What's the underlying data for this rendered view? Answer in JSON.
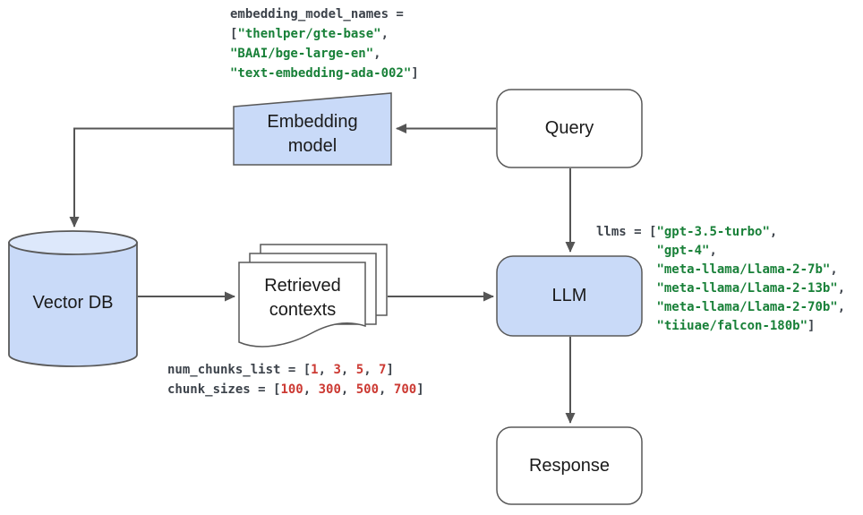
{
  "diagram": {
    "nodes": {
      "embedding_model": {
        "label": "Embedding model",
        "shape": "slanted-box",
        "fill": "#c9daf8"
      },
      "query": {
        "label": "Query",
        "shape": "rounded-rect",
        "fill": "#ffffff"
      },
      "vector_db": {
        "label": "Vector DB",
        "shape": "cylinder",
        "fill": "#c9daf8"
      },
      "retrieved_contexts": {
        "label": "Retrieved contexts",
        "shape": "document-stack",
        "fill": "#ffffff"
      },
      "llm": {
        "label": "LLM",
        "shape": "rounded-rect",
        "fill": "#c9daf8"
      },
      "response": {
        "label": "Response",
        "shape": "rounded-rect",
        "fill": "#ffffff"
      }
    },
    "edges": [
      {
        "from": "query",
        "to": "embedding_model"
      },
      {
        "from": "embedding_model",
        "to": "vector_db"
      },
      {
        "from": "vector_db",
        "to": "retrieved_contexts"
      },
      {
        "from": "retrieved_contexts",
        "to": "llm"
      },
      {
        "from": "query",
        "to": "llm"
      },
      {
        "from": "llm",
        "to": "response"
      }
    ]
  },
  "annotations": {
    "embedding_model_names": {
      "lines": [
        [
          {
            "t": "embedding_model_names =",
            "c": "plain"
          }
        ],
        [
          {
            "t": "[",
            "c": "plain"
          },
          {
            "t": "\"thenlper/gte-base\"",
            "c": "string"
          },
          {
            "t": ",",
            "c": "plain"
          }
        ],
        [
          {
            "t": "\"BAAI/bge-large-en\"",
            "c": "string"
          },
          {
            "t": ",",
            "c": "plain"
          }
        ],
        [
          {
            "t": "\"text-embedding-ada-002\"",
            "c": "string"
          },
          {
            "t": "]",
            "c": "plain"
          }
        ]
      ]
    },
    "llms": {
      "lines": [
        [
          {
            "t": "llms = [",
            "c": "plain"
          },
          {
            "t": "\"gpt-3.5-turbo\"",
            "c": "string"
          },
          {
            "t": ",",
            "c": "plain"
          }
        ],
        [
          {
            "t": "        ",
            "c": "plain"
          },
          {
            "t": "\"gpt-4\"",
            "c": "string"
          },
          {
            "t": ",",
            "c": "plain"
          }
        ],
        [
          {
            "t": "        ",
            "c": "plain"
          },
          {
            "t": "\"meta-llama/Llama-2-7b\"",
            "c": "string"
          },
          {
            "t": ",",
            "c": "plain"
          }
        ],
        [
          {
            "t": "        ",
            "c": "plain"
          },
          {
            "t": "\"meta-llama/Llama-2-13b\"",
            "c": "string"
          },
          {
            "t": ",",
            "c": "plain"
          }
        ],
        [
          {
            "t": "        ",
            "c": "plain"
          },
          {
            "t": "\"meta-llama/Llama-2-70b\"",
            "c": "string"
          },
          {
            "t": ",",
            "c": "plain"
          }
        ],
        [
          {
            "t": "        ",
            "c": "plain"
          },
          {
            "t": "\"tiiuae/falcon-180b\"",
            "c": "string"
          },
          {
            "t": "]",
            "c": "plain"
          }
        ]
      ]
    },
    "chunk_params": {
      "lines": [
        [
          {
            "t": "num_chunks_list = [",
            "c": "plain"
          },
          {
            "t": "1",
            "c": "number"
          },
          {
            "t": ", ",
            "c": "plain"
          },
          {
            "t": "3",
            "c": "number"
          },
          {
            "t": ", ",
            "c": "plain"
          },
          {
            "t": "5",
            "c": "number"
          },
          {
            "t": ", ",
            "c": "plain"
          },
          {
            "t": "7",
            "c": "number"
          },
          {
            "t": "]",
            "c": "plain"
          }
        ],
        [
          {
            "t": "chunk_sizes = [",
            "c": "plain"
          },
          {
            "t": "100",
            "c": "number"
          },
          {
            "t": ", ",
            "c": "plain"
          },
          {
            "t": "300",
            "c": "number"
          },
          {
            "t": ", ",
            "c": "plain"
          },
          {
            "t": "500",
            "c": "number"
          },
          {
            "t": ", ",
            "c": "plain"
          },
          {
            "t": "700",
            "c": "number"
          },
          {
            "t": "]",
            "c": "plain"
          }
        ]
      ]
    }
  },
  "colors": {
    "node_fill_blue": "#c9daf8",
    "cylinder_top_fill": "#dde8fb",
    "node_fill_white": "#ffffff",
    "stroke_gray": "#595959",
    "arrow_gray": "#555555",
    "code_plain": "#3d434b",
    "code_string_green": "#188038",
    "code_number_red": "#cc3a33"
  }
}
